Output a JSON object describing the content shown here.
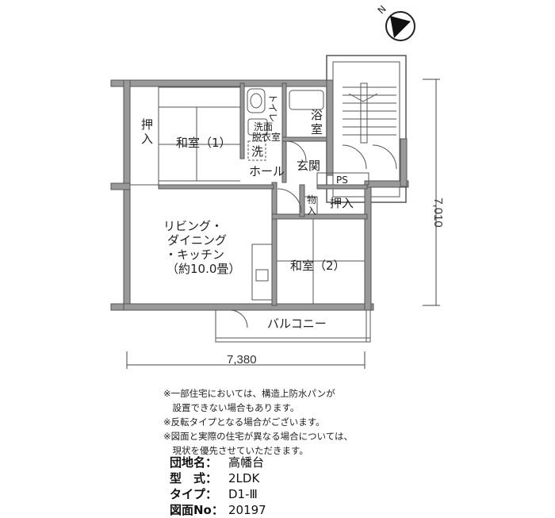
{
  "plan": {
    "rooms": {
      "washitsu1": "和室（1）",
      "oshiire_left": "押入",
      "toilet": "トイレ",
      "senmen": "洗面",
      "datsuishitsu": "脱衣室",
      "sentaku": "洗",
      "yokushitsu": "浴室",
      "hall": "ホール",
      "genkan": "玄関",
      "ps": "PS",
      "monoire": "物入",
      "oshiire_right": "押入",
      "ldk_line1": "リビング・",
      "ldk_line2": "ダイニング",
      "ldk_line3": "・キッチン",
      "ldk_line4": "（約10.0畳）",
      "washitsu2": "和室（2）",
      "balcony": "バルコニー"
    },
    "dimensions": {
      "width": "7,380",
      "depth": "7,010"
    },
    "compass": {
      "label": "N",
      "icon": "north-arrow-icon"
    }
  },
  "notes": [
    "※一部住宅においては、構造上防水パンが",
    "　設置できない場合もあります。",
    "※反転タイプとなる場合がございます。",
    "※図面と実際の住宅が異なる場合については、",
    "　現状を優先させていただきます。"
  ],
  "info": {
    "danchi_label": "団地名：",
    "danchi_value": "高幡台",
    "type_label": "型　式：",
    "type_value": "2LDK",
    "subtype_label": "タイプ：",
    "subtype_value": "D1-Ⅲ",
    "drawing_label": "図面No：",
    "drawing_value": "20197"
  }
}
